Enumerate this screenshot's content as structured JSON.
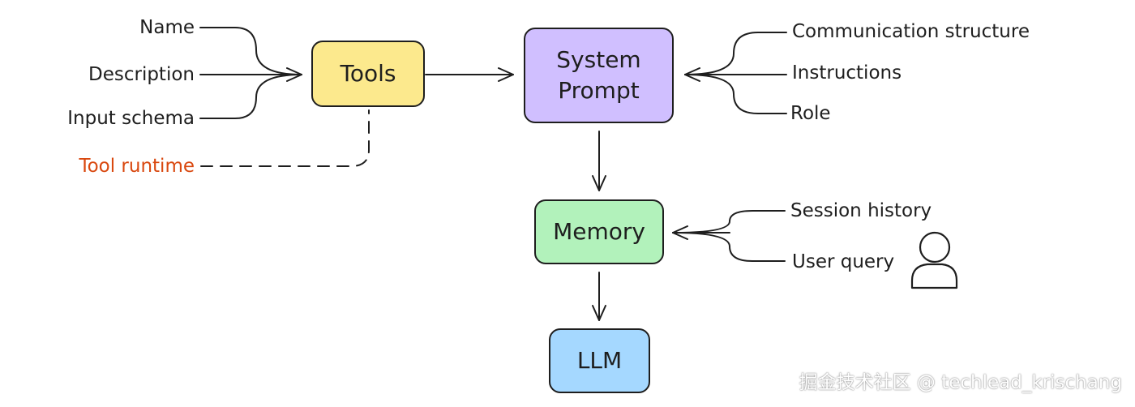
{
  "nodes": {
    "tools": "Tools",
    "system_prompt": "System Prompt",
    "memory": "Memory",
    "llm": "LLM"
  },
  "tool_inputs": {
    "name": "Name",
    "description": "Description",
    "input_schema": "Input schema",
    "tool_runtime": "Tool runtime"
  },
  "prompt_inputs": {
    "communication_structure": "Communication structure",
    "instructions": "Instructions",
    "role": "Role"
  },
  "memory_inputs": {
    "session_history": "Session history",
    "user_query": "User query"
  },
  "icons": {
    "user": "user-icon"
  },
  "colors": {
    "tools": "#fce98d",
    "system_prompt": "#d0bfff",
    "memory": "#b2f2bb",
    "llm": "#a5d8ff",
    "tool_runtime_text": "#d9480f",
    "stroke": "#1e1e1e"
  },
  "watermark": "掘金技术社区 @ techlead_krischang"
}
